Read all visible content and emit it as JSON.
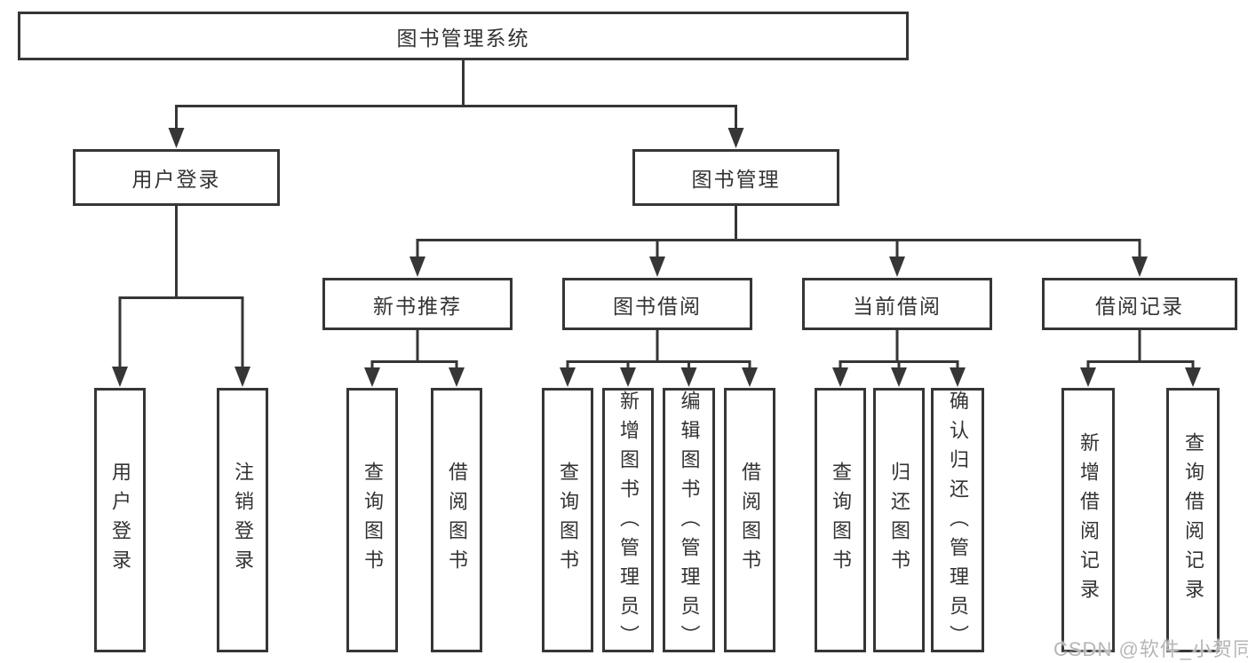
{
  "diagram": {
    "title": "图书管理系统",
    "watermark": "CSDN @软件_小贺同学",
    "colors": {
      "line": "#363636",
      "box_border": "#363636",
      "box_fill": "#ffffff",
      "text": "#333333",
      "watermark": "#b2b2b2"
    },
    "nodes": {
      "root": "图书管理系统",
      "level2": [
        "用户登录",
        "图书管理"
      ],
      "level3": [
        "新书推荐",
        "图书借阅",
        "当前借阅",
        "借阅记录"
      ],
      "leaves": [
        "用户登录",
        "注销登录",
        "查询图书",
        "借阅图书",
        "查询图书",
        "新增图书（管理员）",
        "编辑图书（管理员）",
        "借阅图书",
        "查询图书",
        "归还图书",
        "确认归还（管理员）",
        "新增借阅记录",
        "查询借阅记录"
      ]
    }
  }
}
